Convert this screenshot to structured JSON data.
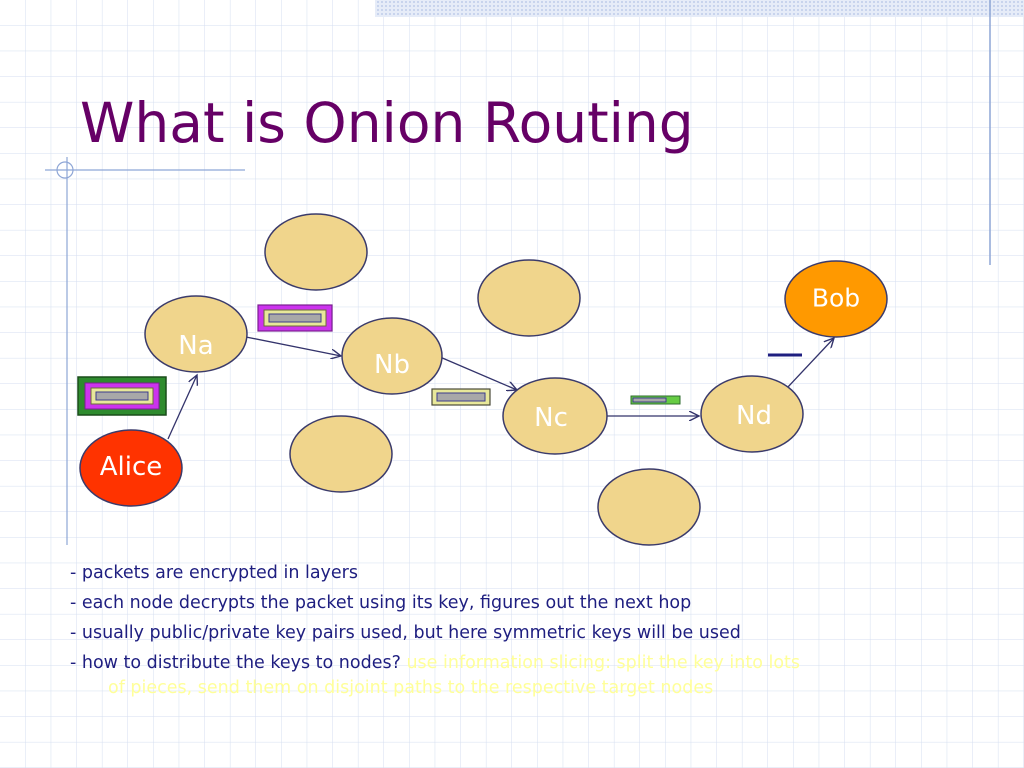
{
  "slide": {
    "title": "What is Onion Routing"
  },
  "diagram": {
    "nodes": {
      "alice": "Alice",
      "na": "Na",
      "nb": "Nb",
      "nc": "Nc",
      "nd": "Nd",
      "bob": "Bob"
    }
  },
  "bullets": [
    "- packets are encrypted in layers",
    "- each node decrypts the packet using its key, figures out the next hop",
    "- usually public/private key pairs used, but here symmetric keys will be used",
    "- how to distribute the keys to nodes? "
  ],
  "answer": {
    "line1": "use information slicing: split the key into lots",
    "line2": "of pieces, send them on disjoint paths to the respective target nodes"
  },
  "colors": {
    "title": "#660066",
    "text": "#1E1E80",
    "answer_text": "#FFFF99",
    "node_fill": "#F0D58C",
    "node_stroke": "#3B3B6B",
    "alice_fill": "#FF3300",
    "bob_fill": "#FF9900",
    "arrow": "#33336B",
    "grid": "#D5DEF0",
    "accent_rule": "#8EA6D6"
  }
}
